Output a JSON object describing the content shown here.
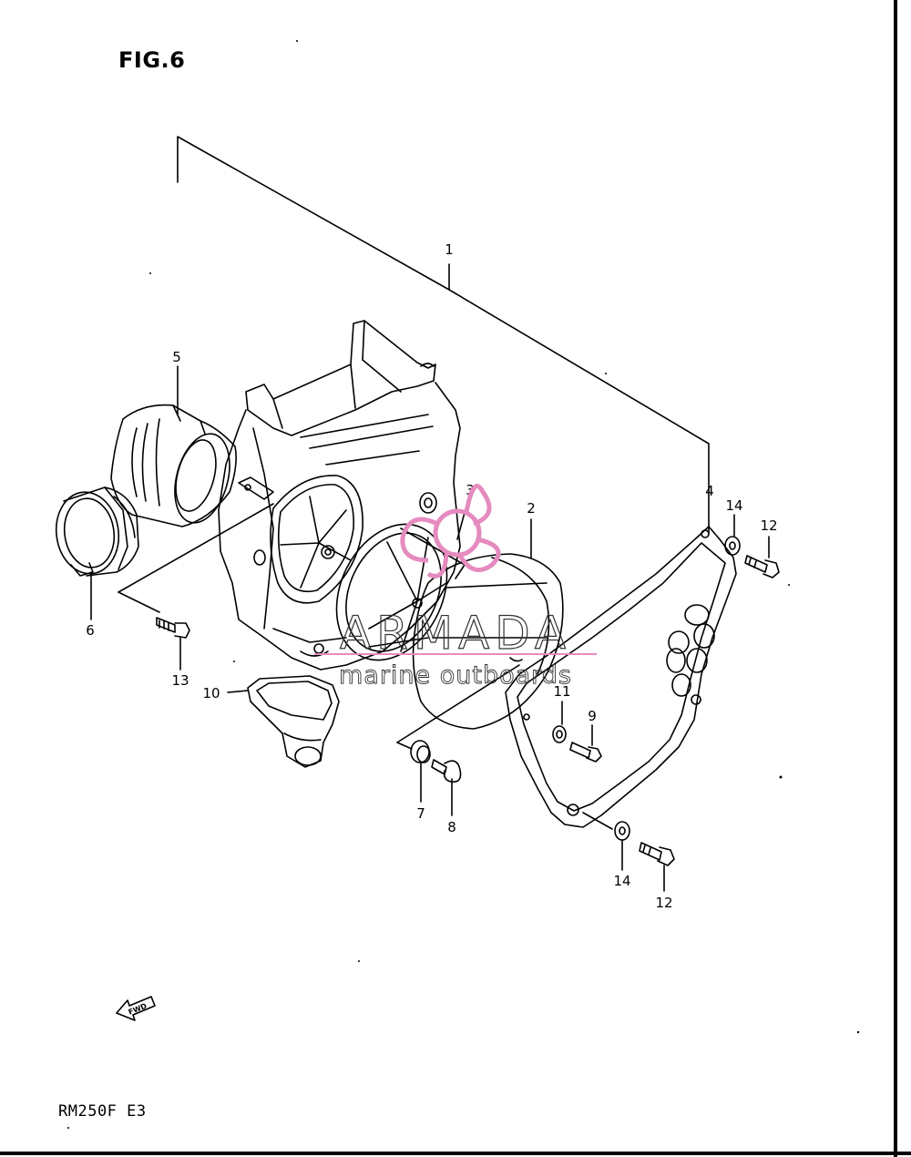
{
  "figure": {
    "title": "FIG.6",
    "model_code": "RM250F E3"
  },
  "watermark": {
    "brand": "ARMADA",
    "tagline": "marine outboards",
    "accent_color": "#e58bbf"
  },
  "fwd_arrow": {
    "label": "FWD",
    "icon": "fwd-arrow-icon"
  },
  "callouts": [
    {
      "id": "c1",
      "number": "1"
    },
    {
      "id": "c2",
      "number": "2"
    },
    {
      "id": "c3",
      "number": "3"
    },
    {
      "id": "c4",
      "number": "4"
    },
    {
      "id": "c5",
      "number": "5"
    },
    {
      "id": "c6",
      "number": "6"
    },
    {
      "id": "c7",
      "number": "7"
    },
    {
      "id": "c8",
      "number": "8"
    },
    {
      "id": "c9",
      "number": "9"
    },
    {
      "id": "c10",
      "number": "10"
    },
    {
      "id": "c11",
      "number": "11"
    },
    {
      "id": "c12a",
      "number": "12"
    },
    {
      "id": "c12b",
      "number": "12"
    },
    {
      "id": "c13",
      "number": "13"
    },
    {
      "id": "c14a",
      "number": "14"
    },
    {
      "id": "c14b",
      "number": "14"
    }
  ]
}
